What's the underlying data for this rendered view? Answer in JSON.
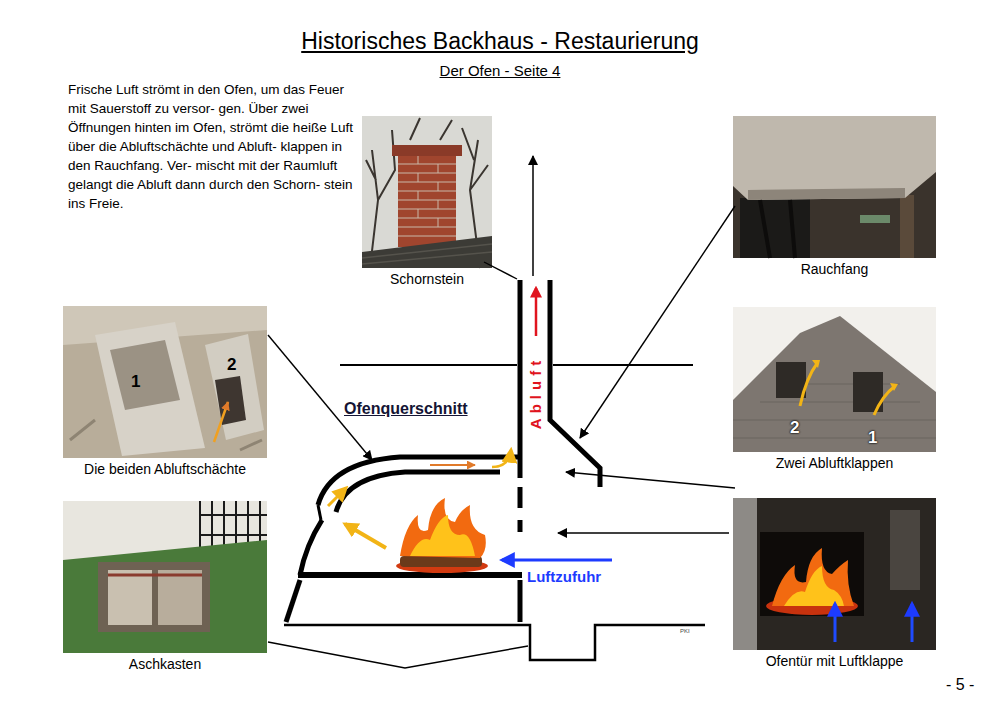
{
  "diagram": {
    "title": "Historisches Backhaus - Restaurierung",
    "nodes": [
      {
        "text": [
          "Schornstein"
        ]
      },
      {
        "text": [
          "Rauchfang"
        ]
      },
      {
        "text": [
          "Die beiden Abluftschächte"
        ]
      },
      {
        "text": [
          "Zwei Abluftklappen"
        ]
      },
      {
        "text": [
          "Aschkasten"
        ]
      },
      {
        "text": [
          "Ofentür mit Luftklappe"
        ]
      }
    ],
    "labels": [
      "Der Ofen - Seite 4",
      "Frische Luft strömt in den Ofen, um das Feuer mit Sauerstoff zu versor- gen. Über zwei Öffnungen hinten im Ofen, strömt die heiße Luft über die Abluftschächte und Abluft- klappen in den Rauchfang. Ver- mischt mit der Raumluft gelangt die Abluft dann durch den Schorn- stein ins Freie.",
      "Ofenquerschnitt",
      "Abluft",
      "Luftzufuhr",
      "1",
      "2",
      "2",
      "1",
      "PKI",
      "- 5 -"
    ]
  }
}
